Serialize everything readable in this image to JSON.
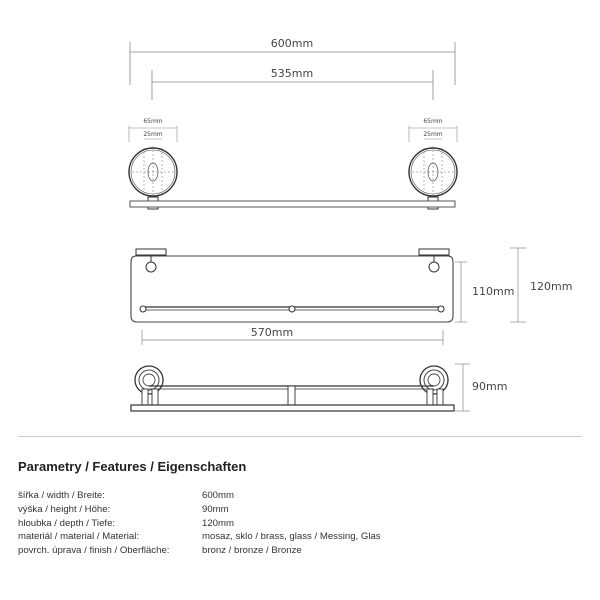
{
  "dimensions": {
    "overall_width": "600mm",
    "mount_span": "535mm",
    "bracket_outer": "65mm",
    "bracket_inner": "25mm",
    "shelf_height": "110mm",
    "total_height": "120mm",
    "rail_length": "570mm",
    "depth_height": "90mm"
  },
  "features": {
    "title": "Parametry / Features / Eigenschaften",
    "rows": [
      {
        "label": "šířka / width / Breite:",
        "value": "600mm"
      },
      {
        "label": "výška / height / Höhe:",
        "value": "90mm"
      },
      {
        "label": "hloubka / depth / Tiefe:",
        "value": "120mm"
      },
      {
        "label": "materiál / material / Material:",
        "value": "mosaz, sklo / brass, glass / Messing, Glas"
      },
      {
        "label": "povrch. úprava / finish / Oberfläche:",
        "value": "bronz / bronze / Bronze"
      }
    ]
  },
  "colors": {
    "line": "#3a3a3a",
    "dimension_line": "#888888",
    "text": "#333333"
  }
}
